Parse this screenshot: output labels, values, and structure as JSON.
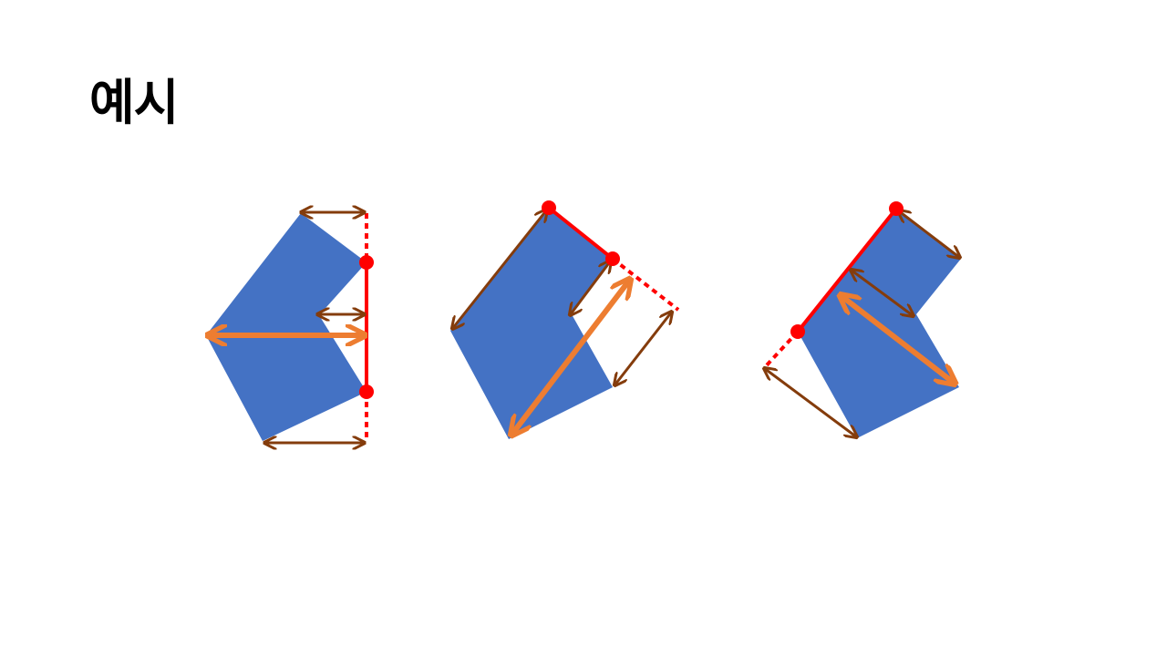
{
  "slide": {
    "title": "예시"
  },
  "colors": {
    "shape_fill": "#4472C4",
    "red": "#FF0000",
    "brown_arrow": "#843C0C",
    "orange_arrow": "#ED7D31"
  },
  "figures": [
    {
      "name": "figure-1",
      "dashed_segments": 2,
      "brown_arrows": 3,
      "orange_arrows": 1,
      "red_points": 2
    },
    {
      "name": "figure-2",
      "dashed_segments": 1,
      "brown_arrows": 3,
      "orange_arrows": 1,
      "red_points": 2
    },
    {
      "name": "figure-3",
      "dashed_segments": 1,
      "brown_arrows": 3,
      "orange_arrows": 1,
      "red_points": 2
    }
  ]
}
